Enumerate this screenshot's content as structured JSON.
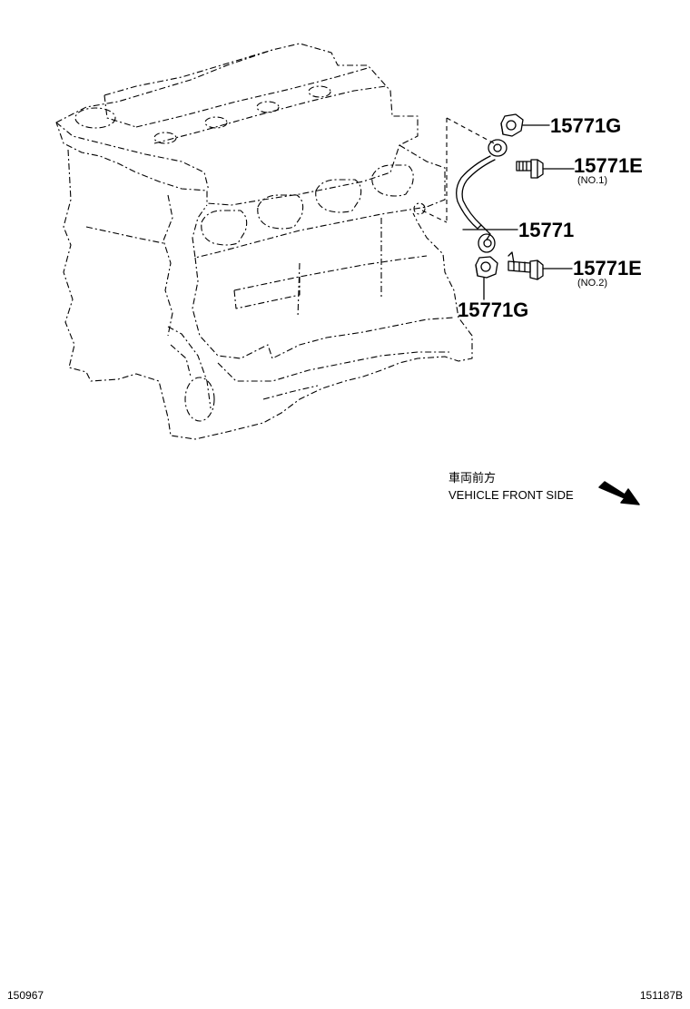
{
  "callouts": {
    "gasket_top": {
      "part": "15771G"
    },
    "bolt_no1": {
      "part": "15771E",
      "sub": "(NO.1)"
    },
    "pipe": {
      "part": "15771"
    },
    "bolt_no2": {
      "part": "15771E",
      "sub": "(NO.2)"
    },
    "gasket_bottom": {
      "part": "15771G"
    }
  },
  "orientation": {
    "japanese": "車両前方",
    "english": "VEHICLE FRONT SIDE"
  },
  "footer": {
    "left_code": "150967",
    "right_code": "151187B"
  }
}
